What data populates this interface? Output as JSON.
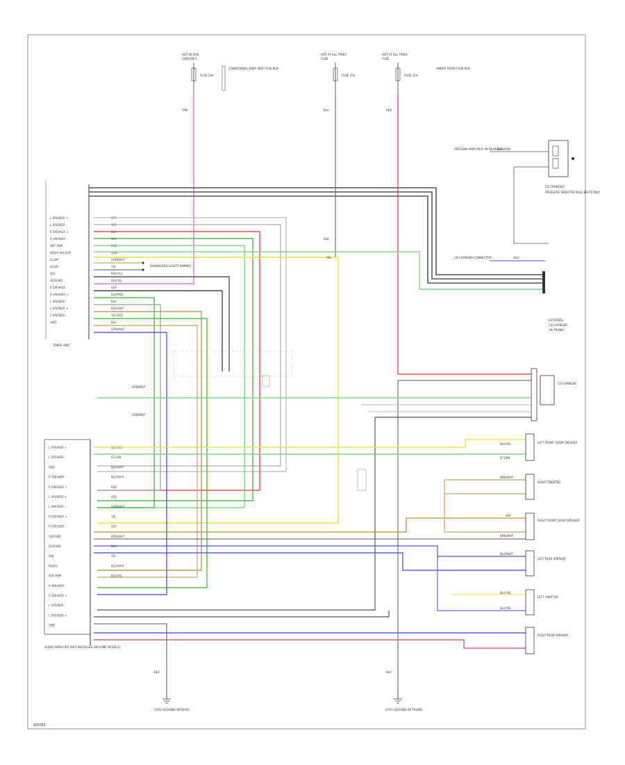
{
  "diagram": {
    "fuse_1": {
      "top": "HOT IN RUN",
      "bottom": "IGNITION 1",
      "fuse": "FUSE 10A",
      "note": "CONDITIONAL BODY SIDE FUSE BOX"
    },
    "fuse_2": {
      "top": "HOT AT ALL TIMES",
      "bottom": "FUSE",
      "fuse": "FUSE 15A"
    },
    "fuse_3": {
      "top": "HOT AT ALL TIMES",
      "bottom": "FUSE",
      "fuse": "FUSE 15A",
      "note": "UNDER HOOD FUSE BOX"
    },
    "wires_top": {
      "w1": "TAN",
      "w2": "BLU",
      "w3": "RED"
    },
    "upper_unit": {
      "name": "TUNER UNIT",
      "pins": [
        "L SPEAKER +",
        "L SPEAKER -",
        "R SPEAKER +",
        "R SPEAKER -",
        "ANT PWR",
        "RADIO BACKUP",
        "ILLUM",
        "ILLUM -",
        "ACC",
        "GROUND",
        "R SPEAKER -",
        "R SPEAKER +",
        "L SPEAKER -",
        "L SPEAKER +",
        "L SPEAKER -",
        "GND"
      ],
      "wires": [
        "GRY",
        "GRY",
        "BLU",
        "GRY",
        "RED",
        "GRN",
        "GRN/WHT",
        "YEL",
        "RED/YEL",
        "BLK/YEL",
        "GRY",
        "BLK/RED",
        "BLK",
        "BLK/WHT",
        "YEL/RED",
        "BLU",
        "GRN/WHT"
      ]
    },
    "dimmer_label": "DASHBOARD LIGHTS DIMMER",
    "antenna": {
      "label": "ANTENNA AMPLIFIER (IN REAR WINDOW)",
      "wire": "BLU"
    },
    "connector_label": "CD CHANGER CONNECTOR",
    "right_upper": {
      "label": "CD CHANGER",
      "sub": "PRESSURE SENSITIVE BALL BELTS ONLY",
      "wire": "BLU"
    },
    "mid_wires": {
      "w1": "GRN/WHT",
      "w2": "GRN/WHT",
      "w3": "YEL",
      "w4": "BLK"
    },
    "side_note": {
      "line1": "EXTERNAL",
      "line2": "CD CHANGER",
      "line3": "(IN TRUNK)"
    },
    "changer_label": "CD CHANGER",
    "lower_unit": {
      "name": "AUDIO AMPLIFIER (NOT INSTALLED ON SOME MODELS)",
      "pins": [
        "L SPEAKER +",
        "L SPEAKER -",
        "GND",
        "R SPEAKER -",
        "R SPEAKER +",
        "L SPEAKER +",
        "L SPEAKER -",
        "R SPEAKER +",
        "R SPEAKER -",
        "GROUND",
        "GROUND",
        "IGN",
        "RADIO",
        "ANT PWR",
        "R SPEAKER -",
        "R SPEAKER +",
        "L SPEAKER -",
        "L SPEAKER +",
        "GND"
      ],
      "wires": [
        "BLU/YEL",
        "LT GRN",
        "BLK/WHT",
        "BLU/WHT",
        "RED",
        "GRY",
        "GRN/WHT",
        "YEL",
        "GRY",
        "BRN/WHT",
        "BLU",
        "YEL",
        "BLU/WHT",
        "BLU/YEL"
      ]
    },
    "speakers": {
      "s1": "LEFT FRONT DOOR SPEAKER",
      "s2": "RIGHT TWEETER",
      "s3": "RIGHT FRONT DOOR SPEAKER",
      "s4": "LEFT REAR SPEAKER",
      "s5": "LEFT TWEETER",
      "s6": "RIGHT REAR SPEAKER"
    },
    "spk_wires": {
      "a": "BLU/YEL",
      "b": "LT GRN",
      "c": "BRN/WHT",
      "d": "GRY",
      "e": "BRN/WHT",
      "f": "BLU/WHT",
      "g": "BLU/YEL",
      "h": "BLU/YEL"
    },
    "grounds": {
      "g1": {
        "wire": "BLK",
        "label": "G501 GROUND (IN REAR)"
      },
      "g2": {
        "wire": "BLK",
        "label": "G501 GROUND (IN TRUNK)"
      }
    },
    "code": "W2050"
  }
}
